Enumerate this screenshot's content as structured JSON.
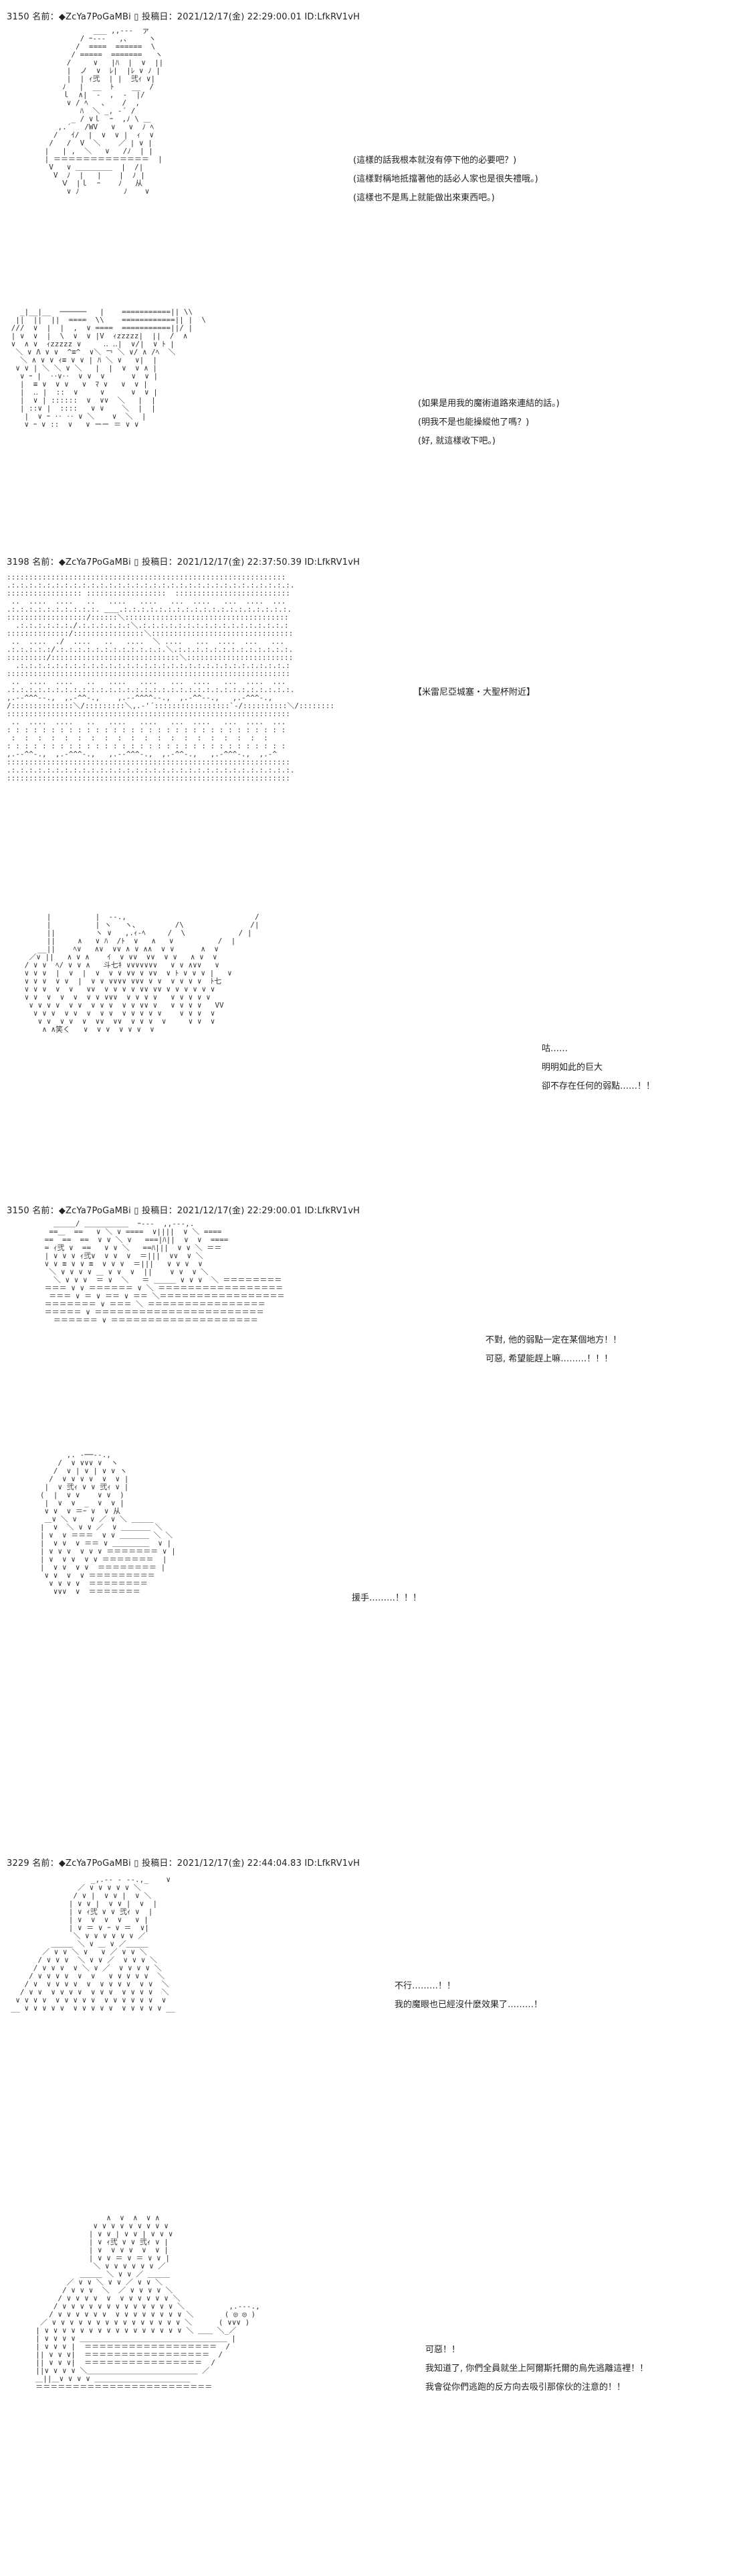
{
  "posts": [
    {
      "header": "3150 名前：◆ZcYa7PoGaMBi ▯ 投稿日：2021/12/17(金) 22:29:00.01 ID:LfkRV1vH",
      "panels": [
        {
          "lines": [
            "(這樣的話我根本就沒有停下他的必要吧？)",
            "(這樣對稱地抵擋著他的話必人家也是很失禮哦。)",
            "(這樣也不是馬上就能做出來東西吧。)"
          ]
        },
        {
          "lines": [
            "(如果是用我的魔術道路來連結的話。)",
            "(明我不是也能操縱他了嗎？)",
            "(好, 就這樣收下吧。)"
          ]
        }
      ]
    },
    {
      "header": "3198 名前：◆ZcYa7PoGaMBi ▯ 投稿日：2021/12/17(金) 22:37:50.39 ID:LfkRV1vH",
      "panels": [
        {
          "lines": [
            "【米雷尼亞城塞・大聖杯附近】"
          ]
        },
        {
          "lines": [
            "咕……",
            "明明如此的巨大",
            "卻不存在任何的弱點……！！"
          ]
        }
      ]
    },
    {
      "header": "3150 名前：◆ZcYa7PoGaMBi ▯ 投稿日：2021/12/17(金) 22:29:00.01 ID:LfkRV1vH",
      "panels": [
        {
          "lines": [
            "不對, 他的弱點一定在某個地方！！",
            "可惡, 希望能趕上嘛………！！！"
          ]
        },
        {
          "lines": [
            "援手………！！！"
          ]
        }
      ]
    },
    {
      "header": "3229 名前：◆ZcYa7PoGaMBi ▯ 投稿日：2021/12/17(金) 22:44:04.83 ID:LfkRV1vH",
      "panels": [
        {
          "lines": [
            "不行………！！",
            "我的魔眼也已經沒什麼效果了………！"
          ]
        },
        {
          "lines": [
            "可惡！！",
            "我知道了, 你們全員就坐上阿爾斯托爾的烏先逃離這裡！！",
            "我會從你們逃跑的反方向去吸引那傢伙的注意的！！"
          ]
        }
      ]
    }
  ]
}
